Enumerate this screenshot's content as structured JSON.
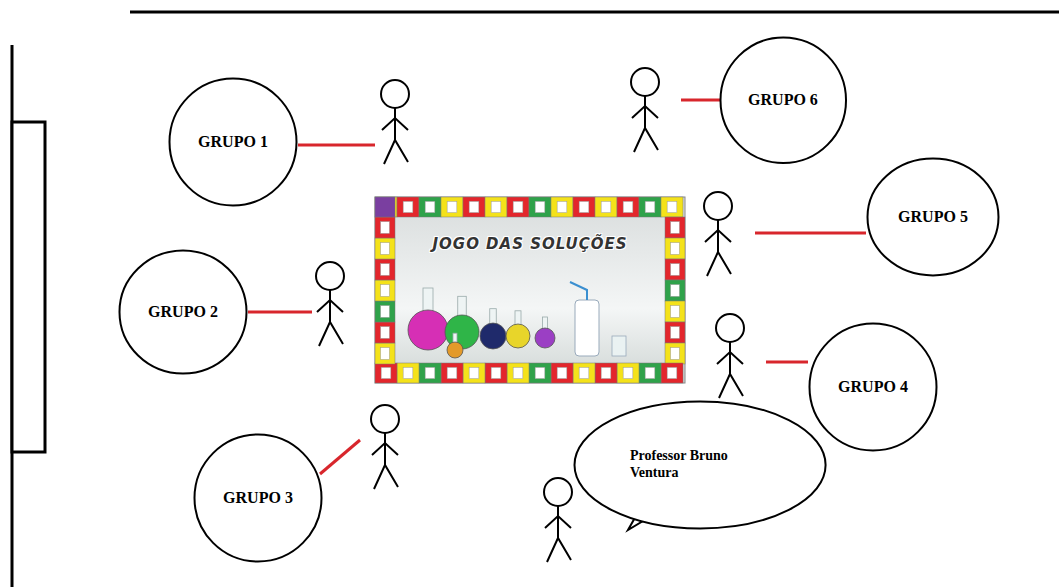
{
  "diagram": {
    "nodes": [
      {
        "text": [
          "GRUPO 1"
        ]
      },
      {
        "text": [
          "GRUPO 6"
        ]
      },
      {
        "text": [
          "JOGO DAS SOLUÇÕES"
        ]
      },
      {
        "text": [
          "GRUPO 5"
        ]
      },
      {
        "text": [
          "GRUPO 2"
        ]
      },
      {
        "text": [
          "GRUPO 4"
        ]
      },
      {
        "text": [
          "GRUPO 3"
        ]
      },
      {
        "text": [
          "Professor Bruno Ventura"
        ]
      }
    ]
  }
}
